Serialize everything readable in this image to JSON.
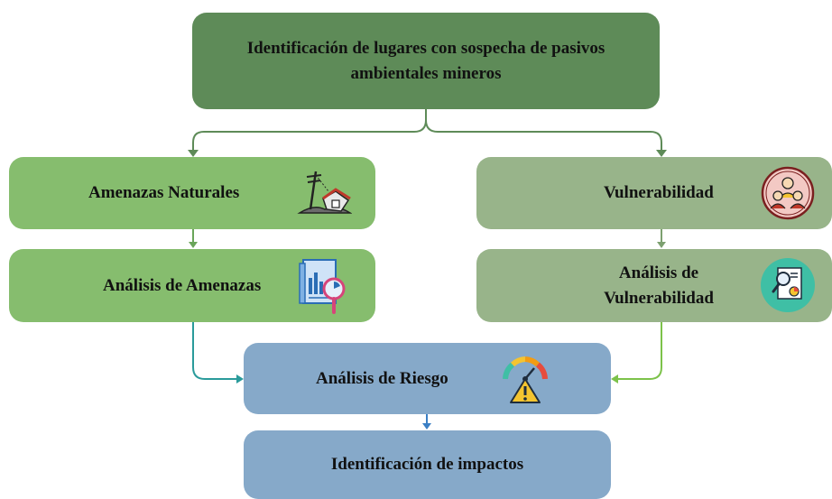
{
  "nodes": {
    "root": {
      "label": "Identificación de lugares con sospecha de pasivos ambientales mineros",
      "color": "#5e8b58"
    },
    "natural_threats": {
      "label": "Amenazas Naturales",
      "color": "#86bd6e"
    },
    "threat_analysis": {
      "label": "Análisis de Amenazas",
      "color": "#86bd6e"
    },
    "vulnerability": {
      "label": "Vulnerabilidad",
      "color": "#98b48a"
    },
    "vulnerability_analysis": {
      "label": "Análisis de Vulnerabilidad",
      "color": "#98b48a"
    },
    "risk_analysis": {
      "label": "Análisis de Riesgo",
      "color": "#86a9c9"
    },
    "impacts": {
      "label": "Identificación de impactos",
      "color": "#86a9c9"
    }
  },
  "icons": {
    "natural_threats": "landslide-house-icon",
    "threat_analysis": "document-magnifier-icon",
    "vulnerability": "people-group-icon",
    "vulnerability_analysis": "report-analysis-icon",
    "risk_analysis": "risk-gauge-warning-icon"
  },
  "connector_colors": {
    "root": "#5e8b58",
    "left": "#6aa55a",
    "right": "#7da070",
    "left_to_risk": "#2a9b9b",
    "right_to_risk": "#7cc24a",
    "risk_to_impacts": "#3b7fc4"
  }
}
